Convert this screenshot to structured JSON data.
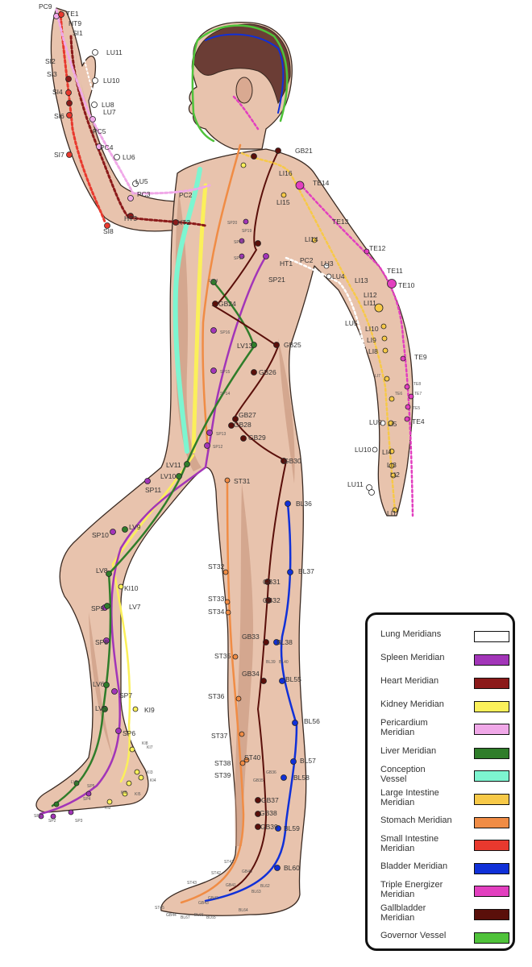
{
  "legend": {
    "items": [
      {
        "label": "Lung Meridians",
        "color": "#ffffff"
      },
      {
        "label": "Spleen Meridian",
        "color": "#a235b8"
      },
      {
        "label": "Heart Meridian",
        "color": "#8b1a1a"
      },
      {
        "label": "Kidney Meridian",
        "color": "#fbf05a"
      },
      {
        "label": "Pericardium Meridian",
        "color": "#f0a8e8"
      },
      {
        "label": "Liver Meridian",
        "color": "#2f7d2a"
      },
      {
        "label": "Conception Vessel",
        "color": "#7df5d0"
      },
      {
        "label": "Large Intestine Meridian",
        "color": "#f7c948"
      },
      {
        "label": "Stomach Meridian",
        "color": "#f08c45"
      },
      {
        "label": "Small Intestine Meridian",
        "color": "#e8392e"
      },
      {
        "label": "Bladder Meridian",
        "color": "#1030d8"
      },
      {
        "label": "Triple Energizer Meridian",
        "color": "#e23fbf"
      },
      {
        "label": "Gallbladder Meridian",
        "color": "#5a0f0a"
      },
      {
        "label": "Governor Vessel",
        "color": "#4fc23a"
      }
    ]
  },
  "points": {
    "pc9": "PC9",
    "te1": "TE1",
    "ht9": "HT9",
    "si1": "SI1",
    "si2": "SI2",
    "si3": "SI3",
    "si4": "SI4",
    "si6": "SI6",
    "si7": "SI7",
    "si8": "SI8",
    "ht3": "HT3",
    "ht2": "HT2",
    "ht1": "HT1",
    "lu11": "LU11",
    "lu10": "LU10",
    "lu8": "LU8",
    "lu7": "LU7",
    "lu6": "LU6",
    "lu5": "LU5",
    "lu4": "LU4",
    "lu3": "LU3",
    "lu9": "LU9",
    "lu10b": "LU10",
    "lu11b": "LU11",
    "lu5b": "LU5",
    "pc3": "PC3",
    "pc2": "PC2",
    "pc2b": "PC2",
    "pc4": "PC4",
    "pc5": "PC5",
    "gb21": "GB21",
    "gb24": "GB24",
    "gb25": "GB25",
    "gb26": "GB26",
    "gb27": "GB27",
    "gb28": "GB28",
    "gb29": "GB29",
    "gb30": "GB30",
    "gb31": "GB31",
    "gb32": "GB32",
    "gb33": "GB33",
    "gb34": "GB34",
    "gb35": "GB35",
    "gb36": "GB36",
    "gb37": "GB37",
    "gb38": "GB38",
    "gb39": "GB39",
    "gb40": "GB40",
    "gb41": "GB41",
    "gb42": "GB42",
    "gb43": "GB43",
    "gb44": "GB44",
    "te14": "TE14",
    "te13": "TE13",
    "te12": "TE12",
    "te11": "TE11",
    "te10": "TE10",
    "te9": "TE9",
    "te8": "TE8",
    "te7": "TE7",
    "te6": "TE6",
    "te5": "TE5",
    "te4": "TE4",
    "li16": "LI16",
    "li15": "LI15",
    "li14": "LI14",
    "li13": "LI13",
    "li12": "LI12",
    "li11": "LI11",
    "li10": "LI10",
    "li9": "LI9",
    "li8": "LI8",
    "li7": "LI7",
    "li5": "Li5",
    "li4": "LI4",
    "li3": "LI3",
    "li2": "LI2",
    "li1": "LI1",
    "sp21": "SP21",
    "sp20": "SP20",
    "sp19": "SP19",
    "sp18": "SP18",
    "sp17": "SP17",
    "sp16": "SP16",
    "sp15": "SP15",
    "sp14": "SP14",
    "sp13": "SP13",
    "sp12": "SP12",
    "sp11": "SP11",
    "sp10": "SP10",
    "sp9": "SP9",
    "sp8": "SP8",
    "sp7": "SP7",
    "sp6": "SP6",
    "sp5": "SP5",
    "sp4": "SP4",
    "sp3": "SP3",
    "sp2": "SP2",
    "sp1": "SP1",
    "lv14": "LV14",
    "lv13": "LV13",
    "lv11": "LV11",
    "lv10": "LV10",
    "lv9": "LV9",
    "lv8": "LV8",
    "lv7": "LV7",
    "lv6": "LV6",
    "lv5": "LV5",
    "lv3": "LV3",
    "ki10": "KI10",
    "ki9": "KI9",
    "ki8": "KI8",
    "ki7": "KI7",
    "ki3": "KI3",
    "ki4": "KI4",
    "ki5": "KI5",
    "ki6": "KI6",
    "ki2": "KI2",
    "st31": "ST31",
    "st32": "ST32",
    "st33": "ST33",
    "st34": "ST34",
    "st35": "ST35",
    "st36": "ST36",
    "st37": "ST37",
    "st38": "ST38",
    "st39": "ST39",
    "st40": "ST40",
    "st41": "ST41",
    "st42": "ST42",
    "st43": "ST43",
    "st45": "ST45",
    "bl36": "BL36",
    "bl37": "BL37",
    "bl38": "BL38",
    "bl39": "BL39",
    "bl40": "BL40",
    "bl55": "BL55",
    "bl56": "BL56",
    "bl57": "BL57",
    "bl58": "BL58",
    "bl59": "BL59",
    "bl60": "BL60",
    "bl62": "BL62",
    "bl63": "BL63",
    "bl64": "BL64",
    "bl65": "BL65",
    "bl66": "BL66",
    "bl67": "BL67"
  }
}
